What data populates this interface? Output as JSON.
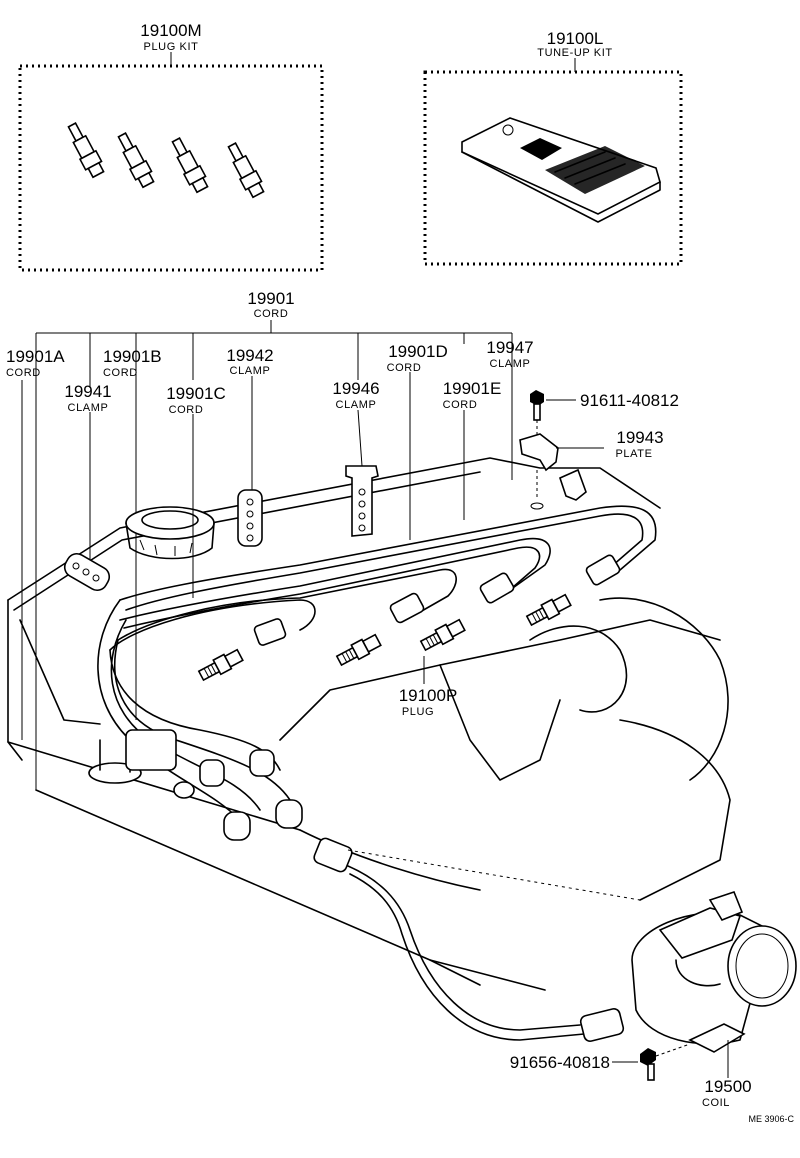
{
  "parts": {
    "plug_kit": {
      "number": "19100M",
      "name": "PLUG KIT"
    },
    "tune_up_kit": {
      "number": "19100L",
      "name": "TUNE-UP KIT"
    },
    "cord_set": {
      "number": "19901",
      "name": "CORD"
    },
    "cord_a": {
      "number": "19901A",
      "name": "CORD"
    },
    "cord_b": {
      "number": "19901B",
      "name": "CORD"
    },
    "clamp_19942": {
      "number": "19942",
      "name": "CLAMP"
    },
    "cord_d": {
      "number": "19901D",
      "name": "CORD"
    },
    "clamp_19947": {
      "number": "19947",
      "name": "CLAMP"
    },
    "clamp_19941": {
      "number": "19941",
      "name": "CLAMP"
    },
    "cord_c": {
      "number": "19901C",
      "name": "CORD"
    },
    "clamp_19946": {
      "number": "19946",
      "name": "CLAMP"
    },
    "cord_e": {
      "number": "19901E",
      "name": "CORD"
    },
    "bolt_top": {
      "number": "91611-40812"
    },
    "plate": {
      "number": "19943",
      "name": "PLATE"
    },
    "plug": {
      "number": "19100P",
      "name": "PLUG"
    },
    "bolt_coil": {
      "number": "91656-40818"
    },
    "coil": {
      "number": "19500",
      "name": "COIL"
    }
  },
  "figure_ref": "ME 3906-C"
}
